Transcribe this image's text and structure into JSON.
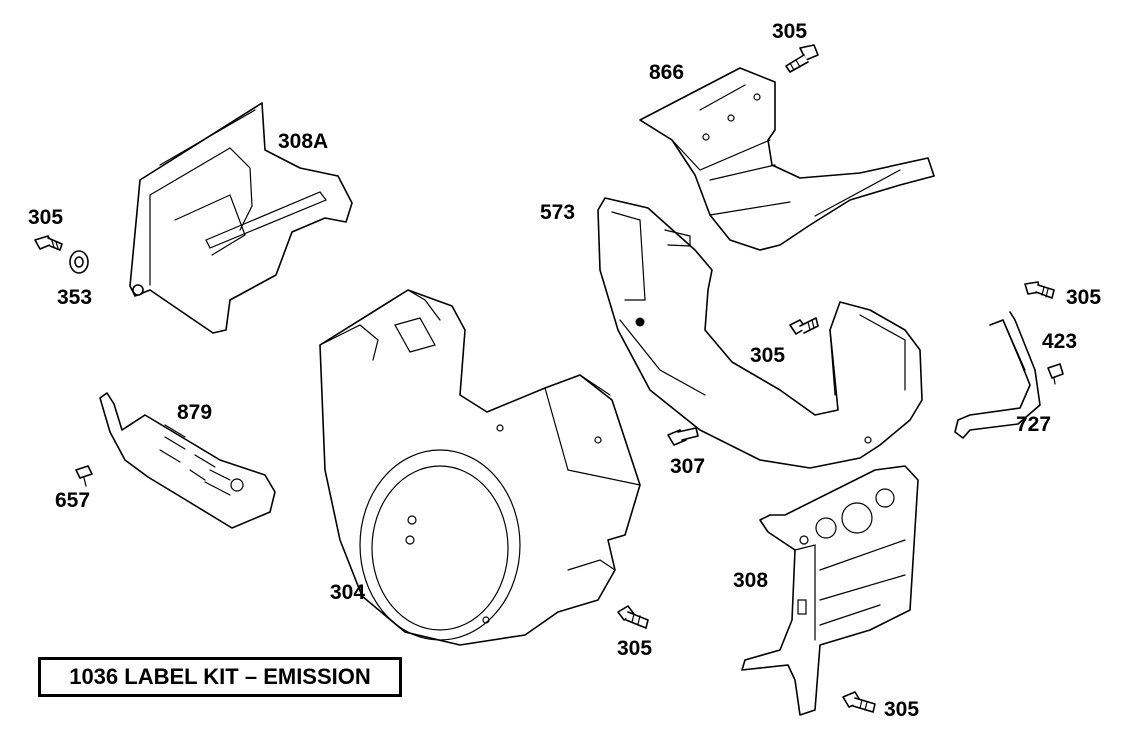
{
  "diagram": {
    "kit_label": "1036 LABEL KIT  –  EMISSION",
    "parts": [
      {
        "id": "305a",
        "label": "305"
      },
      {
        "id": "353",
        "label": "353"
      },
      {
        "id": "308A",
        "label": "308A"
      },
      {
        "id": "879",
        "label": "879"
      },
      {
        "id": "657",
        "label": "657"
      },
      {
        "id": "304",
        "label": "304"
      },
      {
        "id": "305b",
        "label": "305"
      },
      {
        "id": "866",
        "label": "866"
      },
      {
        "id": "305c",
        "label": "305"
      },
      {
        "id": "573",
        "label": "573"
      },
      {
        "id": "305d",
        "label": "305"
      },
      {
        "id": "307",
        "label": "307"
      },
      {
        "id": "305e",
        "label": "305"
      },
      {
        "id": "423",
        "label": "423"
      },
      {
        "id": "727",
        "label": "727"
      },
      {
        "id": "308",
        "label": "308"
      },
      {
        "id": "305f",
        "label": "305"
      }
    ]
  }
}
